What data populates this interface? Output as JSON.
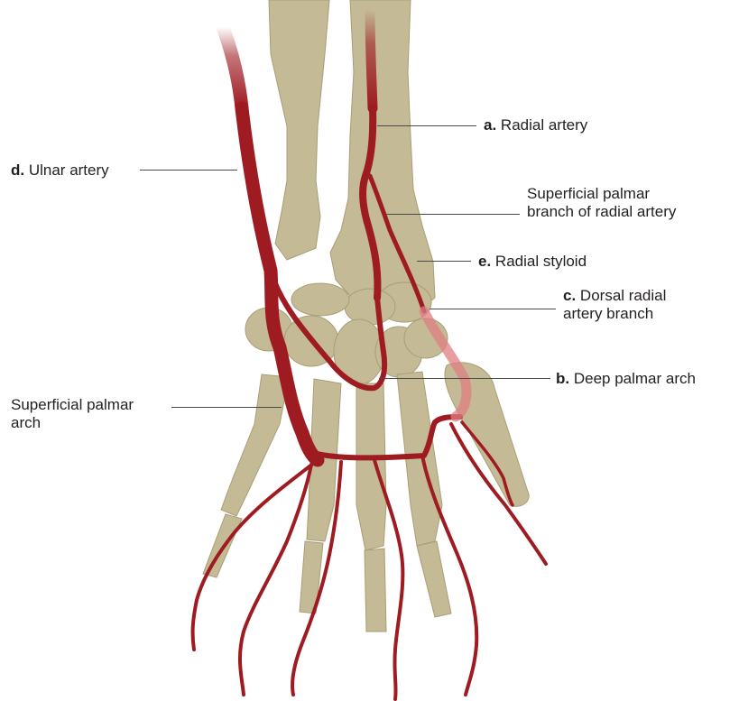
{
  "colors": {
    "bone": "#c4bb96",
    "bone_edge": "#a89e76",
    "artery": "#9e1b22",
    "artery_translucent": "#e07d82",
    "leader": "#4a4a4a",
    "text": "#231f20"
  },
  "labels": {
    "radial_artery": {
      "letter": "a.",
      "text": "Radial artery"
    },
    "ulnar_artery": {
      "letter": "d.",
      "text": "Ulnar artery"
    },
    "superficial_branch_line1": "Superficial palmar",
    "superficial_branch_line2": "branch of radial artery",
    "radial_styloid": {
      "letter": "e.",
      "text": "Radial styloid"
    },
    "dorsal_branch": {
      "letter": "c.",
      "text": "Dorsal radial",
      "line2": "artery branch"
    },
    "deep_arch": {
      "letter": "b.",
      "text": "Deep palmar arch"
    },
    "superficial_arch_line1": "Superficial palmar",
    "superficial_arch_line2": "arch"
  }
}
